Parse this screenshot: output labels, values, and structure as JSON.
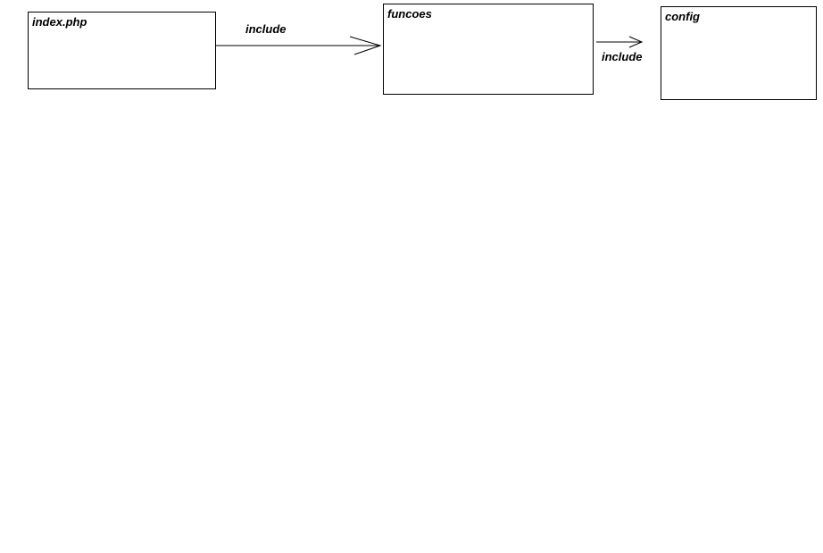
{
  "nodes": [
    {
      "id": "index",
      "label": "index.php"
    },
    {
      "id": "funcoes",
      "label": "funcoes"
    },
    {
      "id": "config",
      "label": "config"
    }
  ],
  "edges": [
    {
      "from": "index",
      "to": "funcoes",
      "label": "include"
    },
    {
      "from": "funcoes",
      "to": "config",
      "label": "include"
    }
  ],
  "colors": {
    "stroke": "#000000",
    "background": "#ffffff"
  }
}
